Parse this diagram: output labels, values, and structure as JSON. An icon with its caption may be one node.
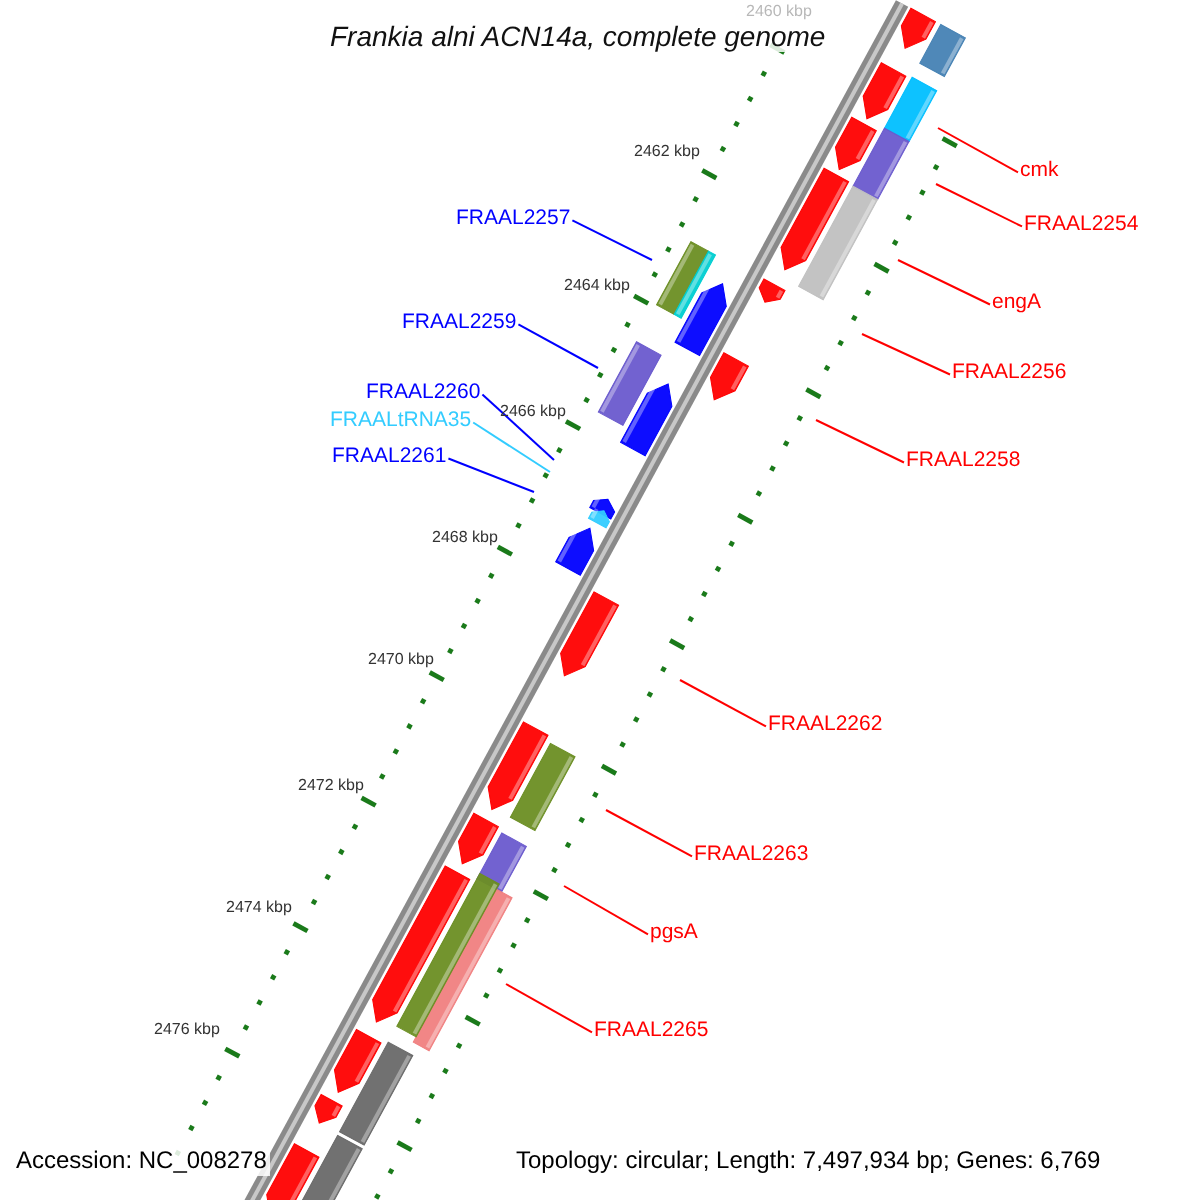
{
  "diagram": {
    "title": "Frankia alni ACN14a, complete genome",
    "nodes": [
      {
        "text": [
          "cmk"
        ]
      },
      {
        "text": [
          "FRAAL2257"
        ]
      },
      {
        "text": [
          "FRAAL2254"
        ]
      },
      {
        "text": [
          "engA"
        ]
      },
      {
        "text": [
          "FRAAL2259"
        ]
      },
      {
        "text": [
          "FRAAL2256"
        ]
      },
      {
        "text": [
          "FRAAL2260"
        ]
      },
      {
        "text": [
          "FRAALtRNA35"
        ]
      },
      {
        "text": [
          "FRAAL2261"
        ]
      },
      {
        "text": [
          "FRAAL2258"
        ]
      },
      {
        "text": [
          "FRAAL2262"
        ]
      },
      {
        "text": [
          "FRAAL2263"
        ]
      },
      {
        "text": [
          "pgsA"
        ]
      },
      {
        "text": [
          "FRAAL2265"
        ]
      }
    ],
    "edges": [
      {
        "from": 0,
        "to": null,
        "arrow": "none"
      },
      {
        "from": 1,
        "to": null,
        "arrow": "none",
        "color": "#0000ff"
      },
      {
        "from": 2,
        "to": null,
        "arrow": "none"
      },
      {
        "from": 3,
        "to": null,
        "arrow": "none"
      },
      {
        "from": 4,
        "to": null,
        "arrow": "none",
        "color": "#0000ff"
      },
      {
        "from": 5,
        "to": null,
        "arrow": "none"
      },
      {
        "from": 6,
        "to": null,
        "arrow": "none",
        "color": "#0000ff"
      },
      {
        "from": 7,
        "to": null,
        "arrow": "none",
        "color": "#33ccff"
      },
      {
        "from": 8,
        "to": null,
        "arrow": "none",
        "color": "#0000ff"
      },
      {
        "from": 9,
        "to": null,
        "arrow": "none"
      },
      {
        "from": 10,
        "to": null,
        "arrow": "none"
      },
      {
        "from": 11,
        "to": null,
        "arrow": "none"
      },
      {
        "from": 12,
        "to": null,
        "arrow": "none"
      },
      {
        "from": 13,
        "to": null,
        "arrow": "none"
      }
    ],
    "labels": [
      "2460 kbp",
      "2462 kbp",
      "2464 kbp",
      "2466 kbp",
      "2468 kbp",
      "2470 kbp",
      "2472 kbp",
      "2474 kbp",
      "2476 kbp",
      "Accession: NC_008278",
      "Topology: circular; Length: 7,497,934 bp; Genes: 6,769"
    ]
  }
}
